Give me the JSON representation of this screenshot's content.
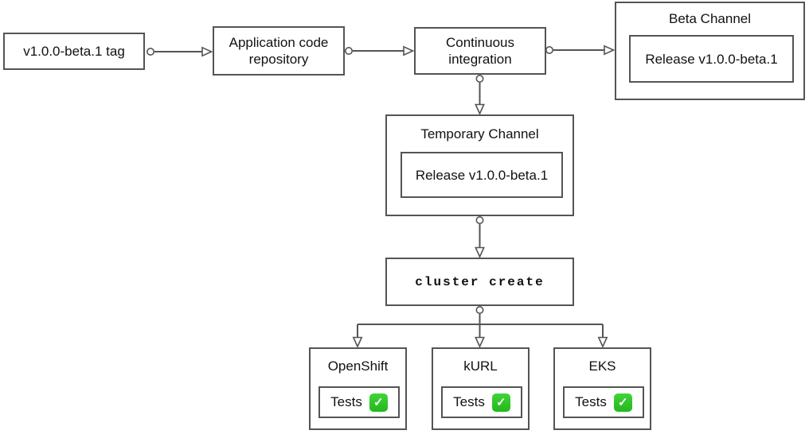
{
  "diagram": {
    "nodes": {
      "tag": {
        "label": "v1.0.0-beta.1 tag"
      },
      "repo": {
        "label": "Application code repository"
      },
      "ci": {
        "label": "Continuous integration"
      },
      "beta_channel": {
        "title": "Beta Channel",
        "release_label": "Release v1.0.0-beta.1"
      },
      "temporary_channel": {
        "title": "Temporary Channel",
        "release_label": "Release v1.0.0-beta.1"
      },
      "cluster_create": {
        "label": "cluster create"
      },
      "clusters": [
        {
          "title": "OpenShift",
          "tests_label": "Tests",
          "status_icon": "check-mark-button",
          "status_glyph": "✓"
        },
        {
          "title": "kURL",
          "tests_label": "Tests",
          "status_icon": "check-mark-button",
          "status_glyph": "✓"
        },
        {
          "title": "EKS",
          "tests_label": "Tests",
          "status_icon": "check-mark-button",
          "status_glyph": "✓"
        }
      ]
    },
    "edges": [
      {
        "from": "tag",
        "to": "repo"
      },
      {
        "from": "repo",
        "to": "ci"
      },
      {
        "from": "ci",
        "to": "beta_channel"
      },
      {
        "from": "ci",
        "to": "temporary_channel"
      },
      {
        "from": "temporary_channel",
        "to": "cluster_create"
      },
      {
        "from": "cluster_create",
        "to": "openshift"
      },
      {
        "from": "cluster_create",
        "to": "kurl"
      },
      {
        "from": "cluster_create",
        "to": "eks"
      }
    ],
    "colors": {
      "line": "#545454",
      "box_border": "#545454",
      "background": "#ffffff",
      "text": "#111111",
      "check_green": "#2bbd27",
      "check_glyph_color": "#ffffff"
    }
  }
}
